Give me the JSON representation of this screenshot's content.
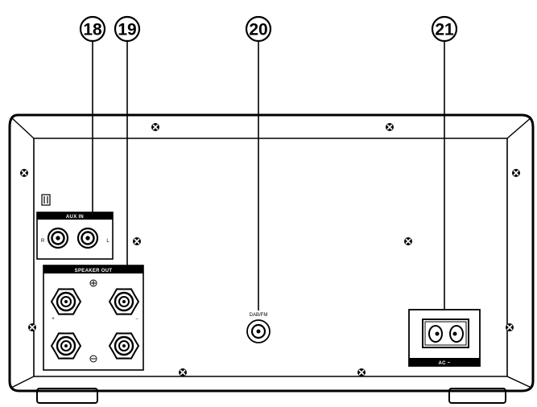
{
  "callouts": {
    "audio_in": "18",
    "speaker_out": "19",
    "dab_fm": "20",
    "ac_inlet": "21"
  },
  "panels": {
    "audio_in": {
      "label": "AUX IN",
      "left_channel": "L",
      "right_channel": "R"
    },
    "speaker_out": {
      "label": "SPEAKER OUT",
      "positive": "+",
      "negative": "−"
    },
    "antenna": {
      "label": "DAB/FM"
    },
    "power": {
      "label": "AC ~"
    }
  },
  "colors": {
    "line": "#000000",
    "panel_fill": "#ffffff",
    "background": "#ffffff"
  }
}
